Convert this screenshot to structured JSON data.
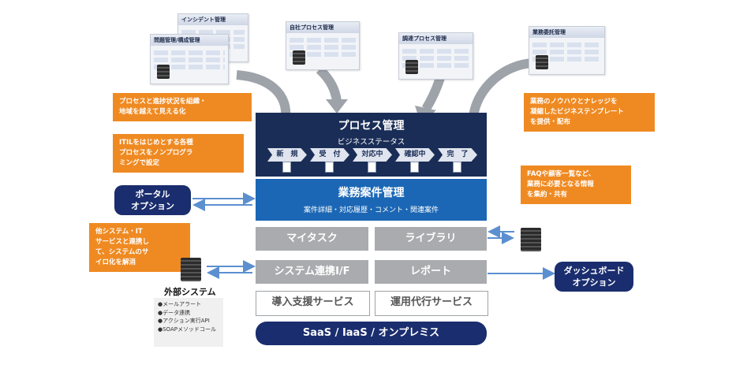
{
  "windows": {
    "incident": "インシデント管理",
    "problem": "問題管理/構成管理",
    "own_process": "自社プロセス管理",
    "procurement": "調達プロセス管理",
    "outsourcing": "業務委託管理"
  },
  "callouts": {
    "visualize": "プロセスと進捗状況を組織・\n地域を越えて見える化",
    "itil": "ITILをはじめとする各種\nプロセスをノンプログラ\nミングで設定",
    "knowhow": "業務のノウハウとナレッジを\n凝縮したビジネステンプレート\nを提供・配布",
    "faq": "FAQや顧客一覧など、\n業務に必要となる情報\nを集約・共有",
    "silo": "他システム・IT\nサービスと連携し\nて、システムのサ\nイロ化を解消"
  },
  "process": {
    "title": "プロセス管理",
    "subtitle": "ビジネスステータス",
    "steps": [
      "新　規",
      "受　付",
      "対応中",
      "確認中",
      "完　了"
    ]
  },
  "case_mgmt": {
    "title": "業務案件管理",
    "subtitle": "案件詳細・対応履歴・コメント・関連案件"
  },
  "modules": {
    "my_task": "マイタスク",
    "library": "ライブラリ",
    "integration": "システム連携I/F",
    "report": "レポート",
    "intro_support": "導入支援サービス",
    "operation": "運用代行サービス"
  },
  "platform": "SaaS / IaaS / オンプレミス",
  "portal": "ポータル\nオプション",
  "dashboard": "ダッシュボード\nオプション",
  "external": {
    "title": "外部システム",
    "items": [
      "●メールアラート",
      "●データ連携",
      "●アクション実行API",
      "●SOAPメソッドコール"
    ]
  },
  "colors": {
    "navy": "#1a2d57",
    "blue": "#1b67b5",
    "orange": "#ef8a22",
    "gray": "#a9abae",
    "pill": "#1a2d6e"
  }
}
